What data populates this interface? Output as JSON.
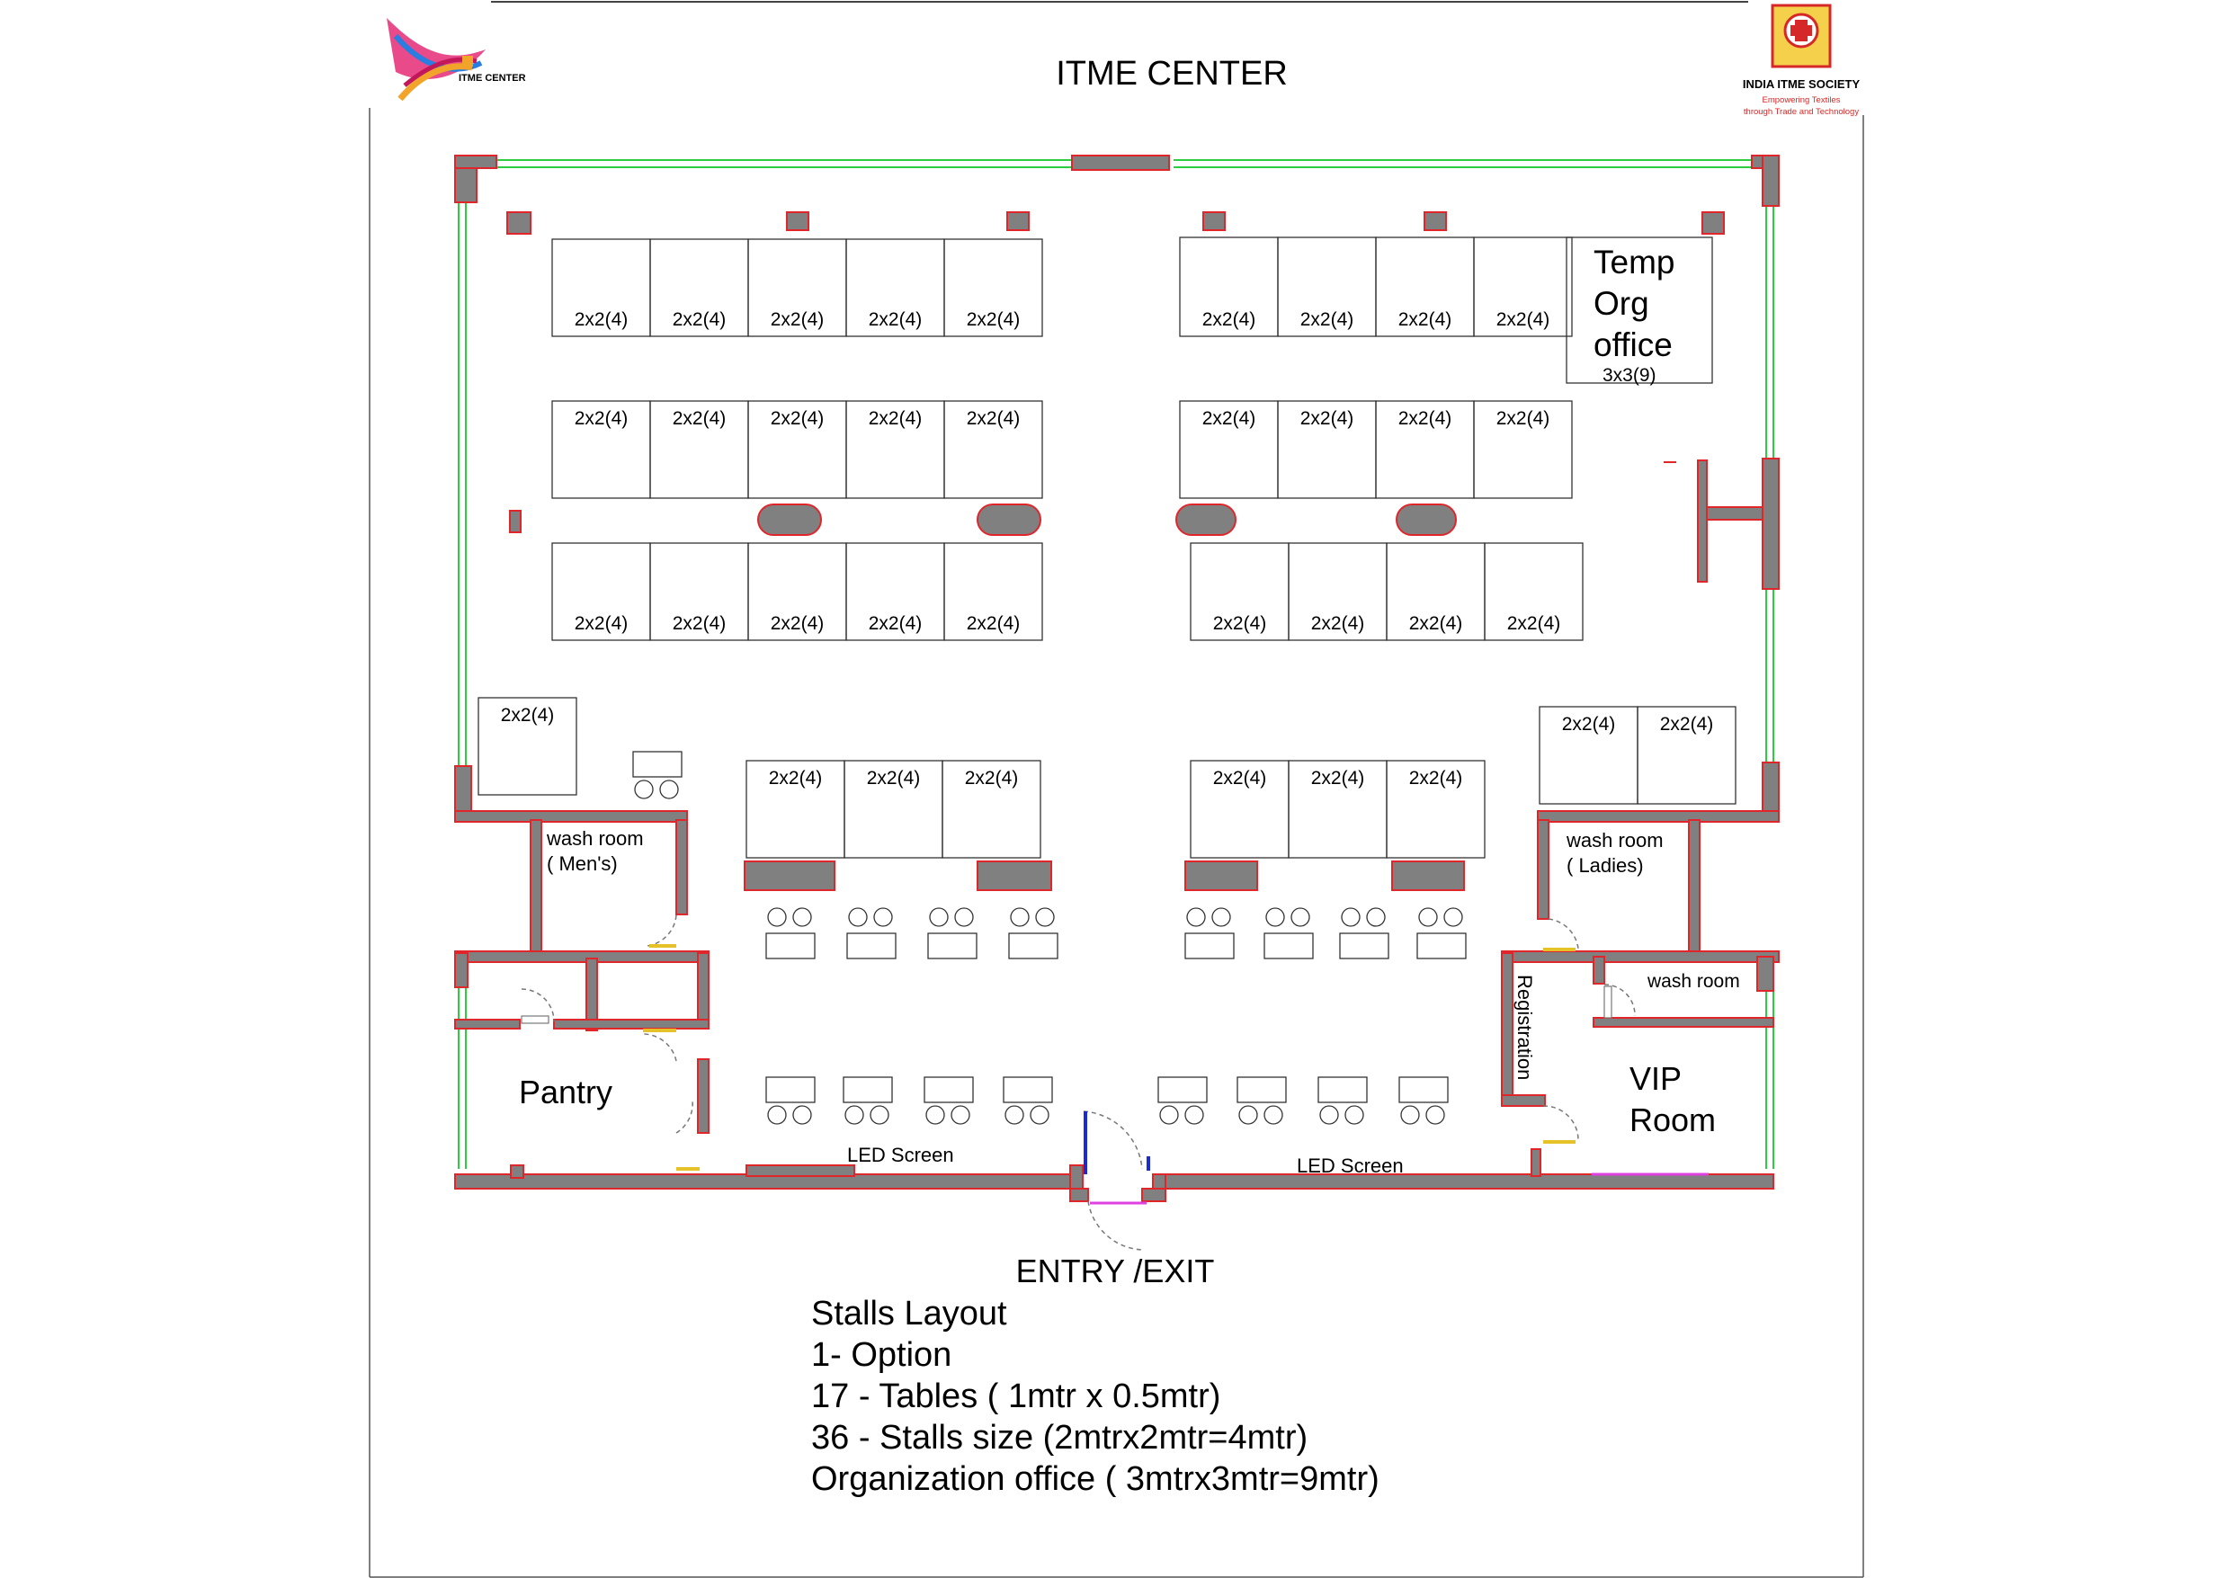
{
  "header": {
    "title": "ITME CENTER",
    "logo_left_text": "ITME CENTER",
    "logo_right_name": "INDIA ITME SOCIETY",
    "logo_right_tagline_1": "Empowering Textiles",
    "logo_right_tagline_2": "through Trade and Technology"
  },
  "stall_label": "2x2(4)",
  "office": {
    "line1": "Temp",
    "line2": "Org",
    "line3": "office",
    "size": "3x3(9)"
  },
  "rooms": {
    "wash_men_1": "wash room",
    "wash_men_2": "( Men's)",
    "wash_ladies_1": "wash room",
    "wash_ladies_2": "( Ladies)",
    "wash_room": "wash room",
    "pantry": "Pantry",
    "registration": "Registration",
    "vip_1": "VIP",
    "vip_2": "Room",
    "led_left": "LED Screen",
    "led_right": "LED Screen",
    "entry": "ENTRY /EXIT"
  },
  "legend": {
    "title": "Stalls Layout",
    "option": "1- Option",
    "tables": "17 - Tables ( 1mtr x 0.5mtr)",
    "stalls": "36 - Stalls size (2mtrx2mtr=4mtr)",
    "office": "Organization office ( 3mtrx3mtr=9mtr)"
  },
  "colors": {
    "wall_fill": "#808080",
    "wall_edge": "#e0262b",
    "glass": "#2ecc40",
    "door": "#e6c229",
    "entry_door_blue": "#1a2bd6",
    "entry_threshold": "#e040e0",
    "logo_red": "#d62828"
  }
}
